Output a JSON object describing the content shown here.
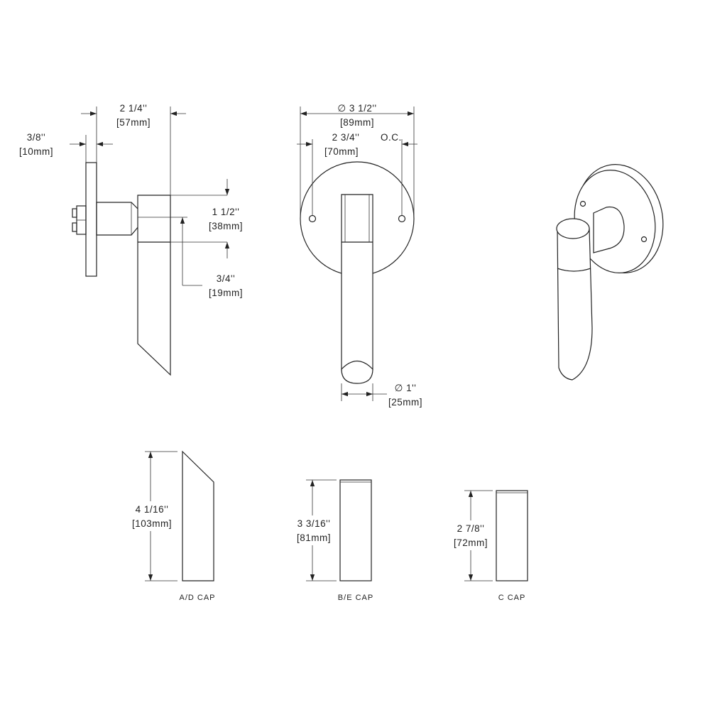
{
  "side_view": {
    "depth_in": "2 1/4''",
    "depth_mm": "[57mm]",
    "plate_in": "3/8''",
    "plate_mm": "[10mm]",
    "height_in": "1 1/2''",
    "height_mm": "[38mm]",
    "offset_in": "3/4''",
    "offset_mm": "[19mm]"
  },
  "front_view": {
    "diameter_in": "∅ 3 1/2''",
    "diameter_mm": "[89mm]",
    "centers_in": "2 3/4''",
    "centers_suffix": "O.C.",
    "centers_mm": "[70mm]",
    "lever_in": "∅ 1''",
    "lever_mm": "[25mm]"
  },
  "caps": [
    {
      "height_in": "4 1/16''",
      "height_mm": "[103mm]",
      "label": "A/D CAP"
    },
    {
      "height_in": "3 3/16''",
      "height_mm": "[81mm]",
      "label": "B/E CAP"
    },
    {
      "height_in": "2 7/8''",
      "height_mm": "[72mm]",
      "label": "C CAP"
    }
  ]
}
